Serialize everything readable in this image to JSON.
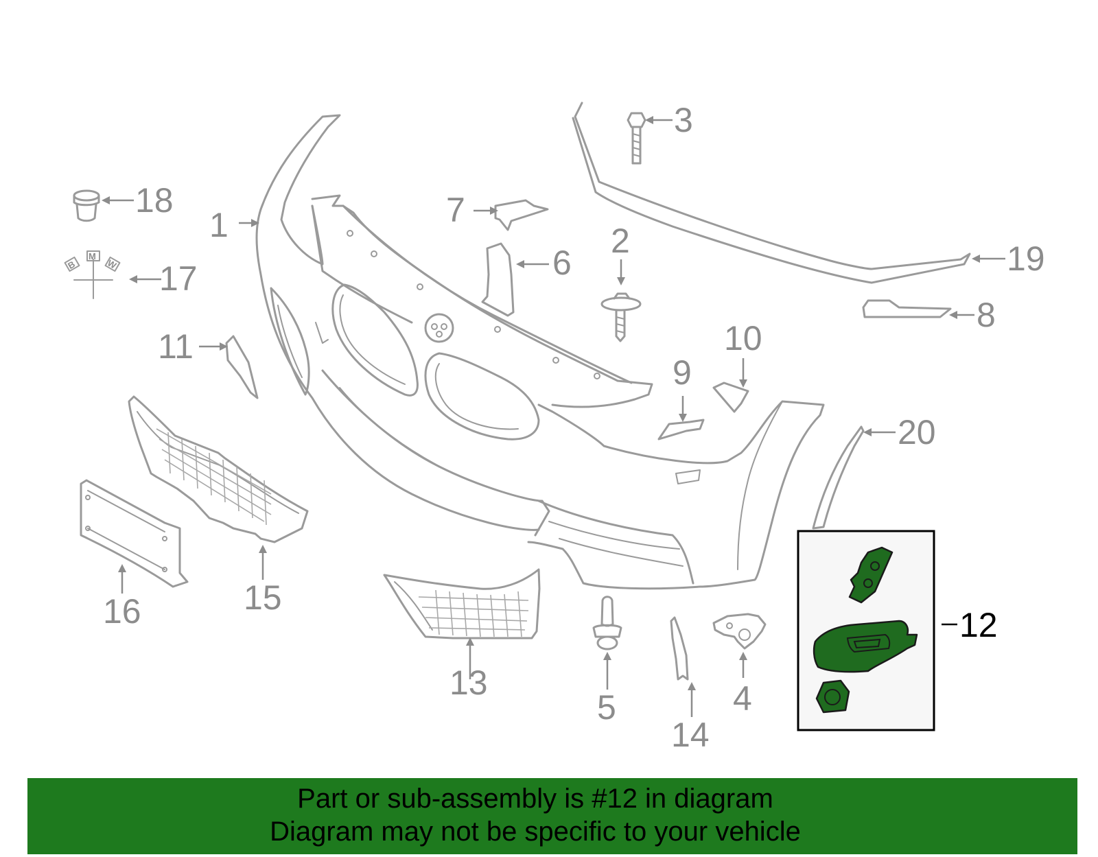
{
  "diagram": {
    "callouts": [
      "1",
      "2",
      "3",
      "4",
      "5",
      "6",
      "7",
      "8",
      "9",
      "10",
      "11",
      "12",
      "13",
      "14",
      "15",
      "16",
      "17",
      "18",
      "19",
      "20"
    ],
    "highlighted_callout": "12",
    "colors": {
      "line_art": "#9a9a9a",
      "label_text": "#8c8c8c",
      "highlight_fill": "#1f6b1f",
      "highlight_label": "#000000"
    },
    "badge_letters": [
      "B",
      "M",
      "W"
    ]
  },
  "banner": {
    "line1": "Part or sub-assembly is #12 in diagram",
    "line2": "Diagram may not be specific to your vehicle",
    "background": "#1e7a1e"
  }
}
